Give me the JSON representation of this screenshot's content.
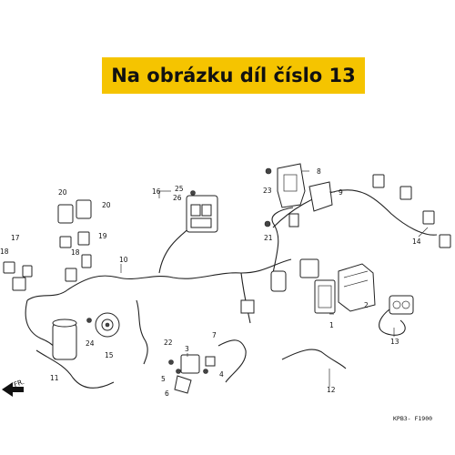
{
  "banner": {
    "text": "Na obrázku díl číslo 13",
    "color": "#f5c400"
  },
  "diagram": {
    "code": "KPB3- F1900",
    "front_arrow": "FR.",
    "callouts": [
      "1",
      "2",
      "3",
      "4",
      "5",
      "6",
      "7",
      "8",
      "9",
      "10",
      "11",
      "12",
      "13",
      "14",
      "15",
      "16",
      "17",
      "18",
      "18",
      "19",
      "20",
      "20",
      "21",
      "22",
      "23",
      "24",
      "25",
      "26"
    ]
  }
}
